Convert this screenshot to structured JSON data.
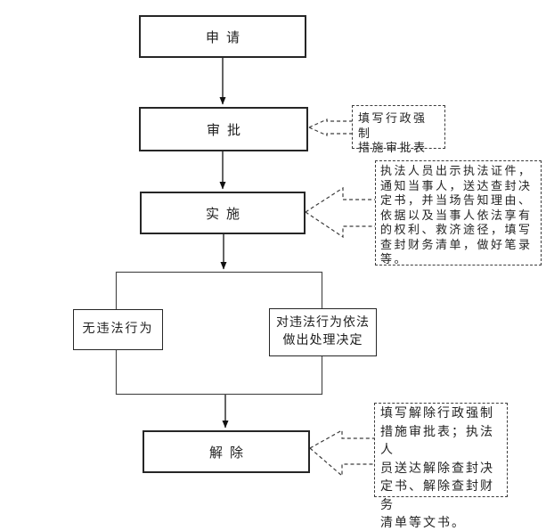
{
  "flow": {
    "nodes": {
      "apply": "申请",
      "approve": "审批",
      "implement": "实施",
      "no_violation": "无违法行为",
      "violation_decision": "对违法行为依法\n做出处理决定",
      "release": "解除"
    },
    "annotations": {
      "approve_note": "填写行政强制\n措施审批表",
      "implement_note": "执法人员出示执法证件，\n通知当事人，送达查封决\n定书，并当场告知理由、\n依据以及当事人依法享有\n的权利、救济途径，填写\n查封财务清单，做好笔录\n等。",
      "release_note": "填写解除行政强制\n措施审批表；执法人\n员送达解除查封决\n定书、解除查封财务\n清单等文书。"
    },
    "colors": {
      "arrow": "#111111",
      "box_border": "#262626",
      "dashed_line": "#3c3c3c",
      "text": "#1f1f1f",
      "background": "#ffffff"
    }
  }
}
